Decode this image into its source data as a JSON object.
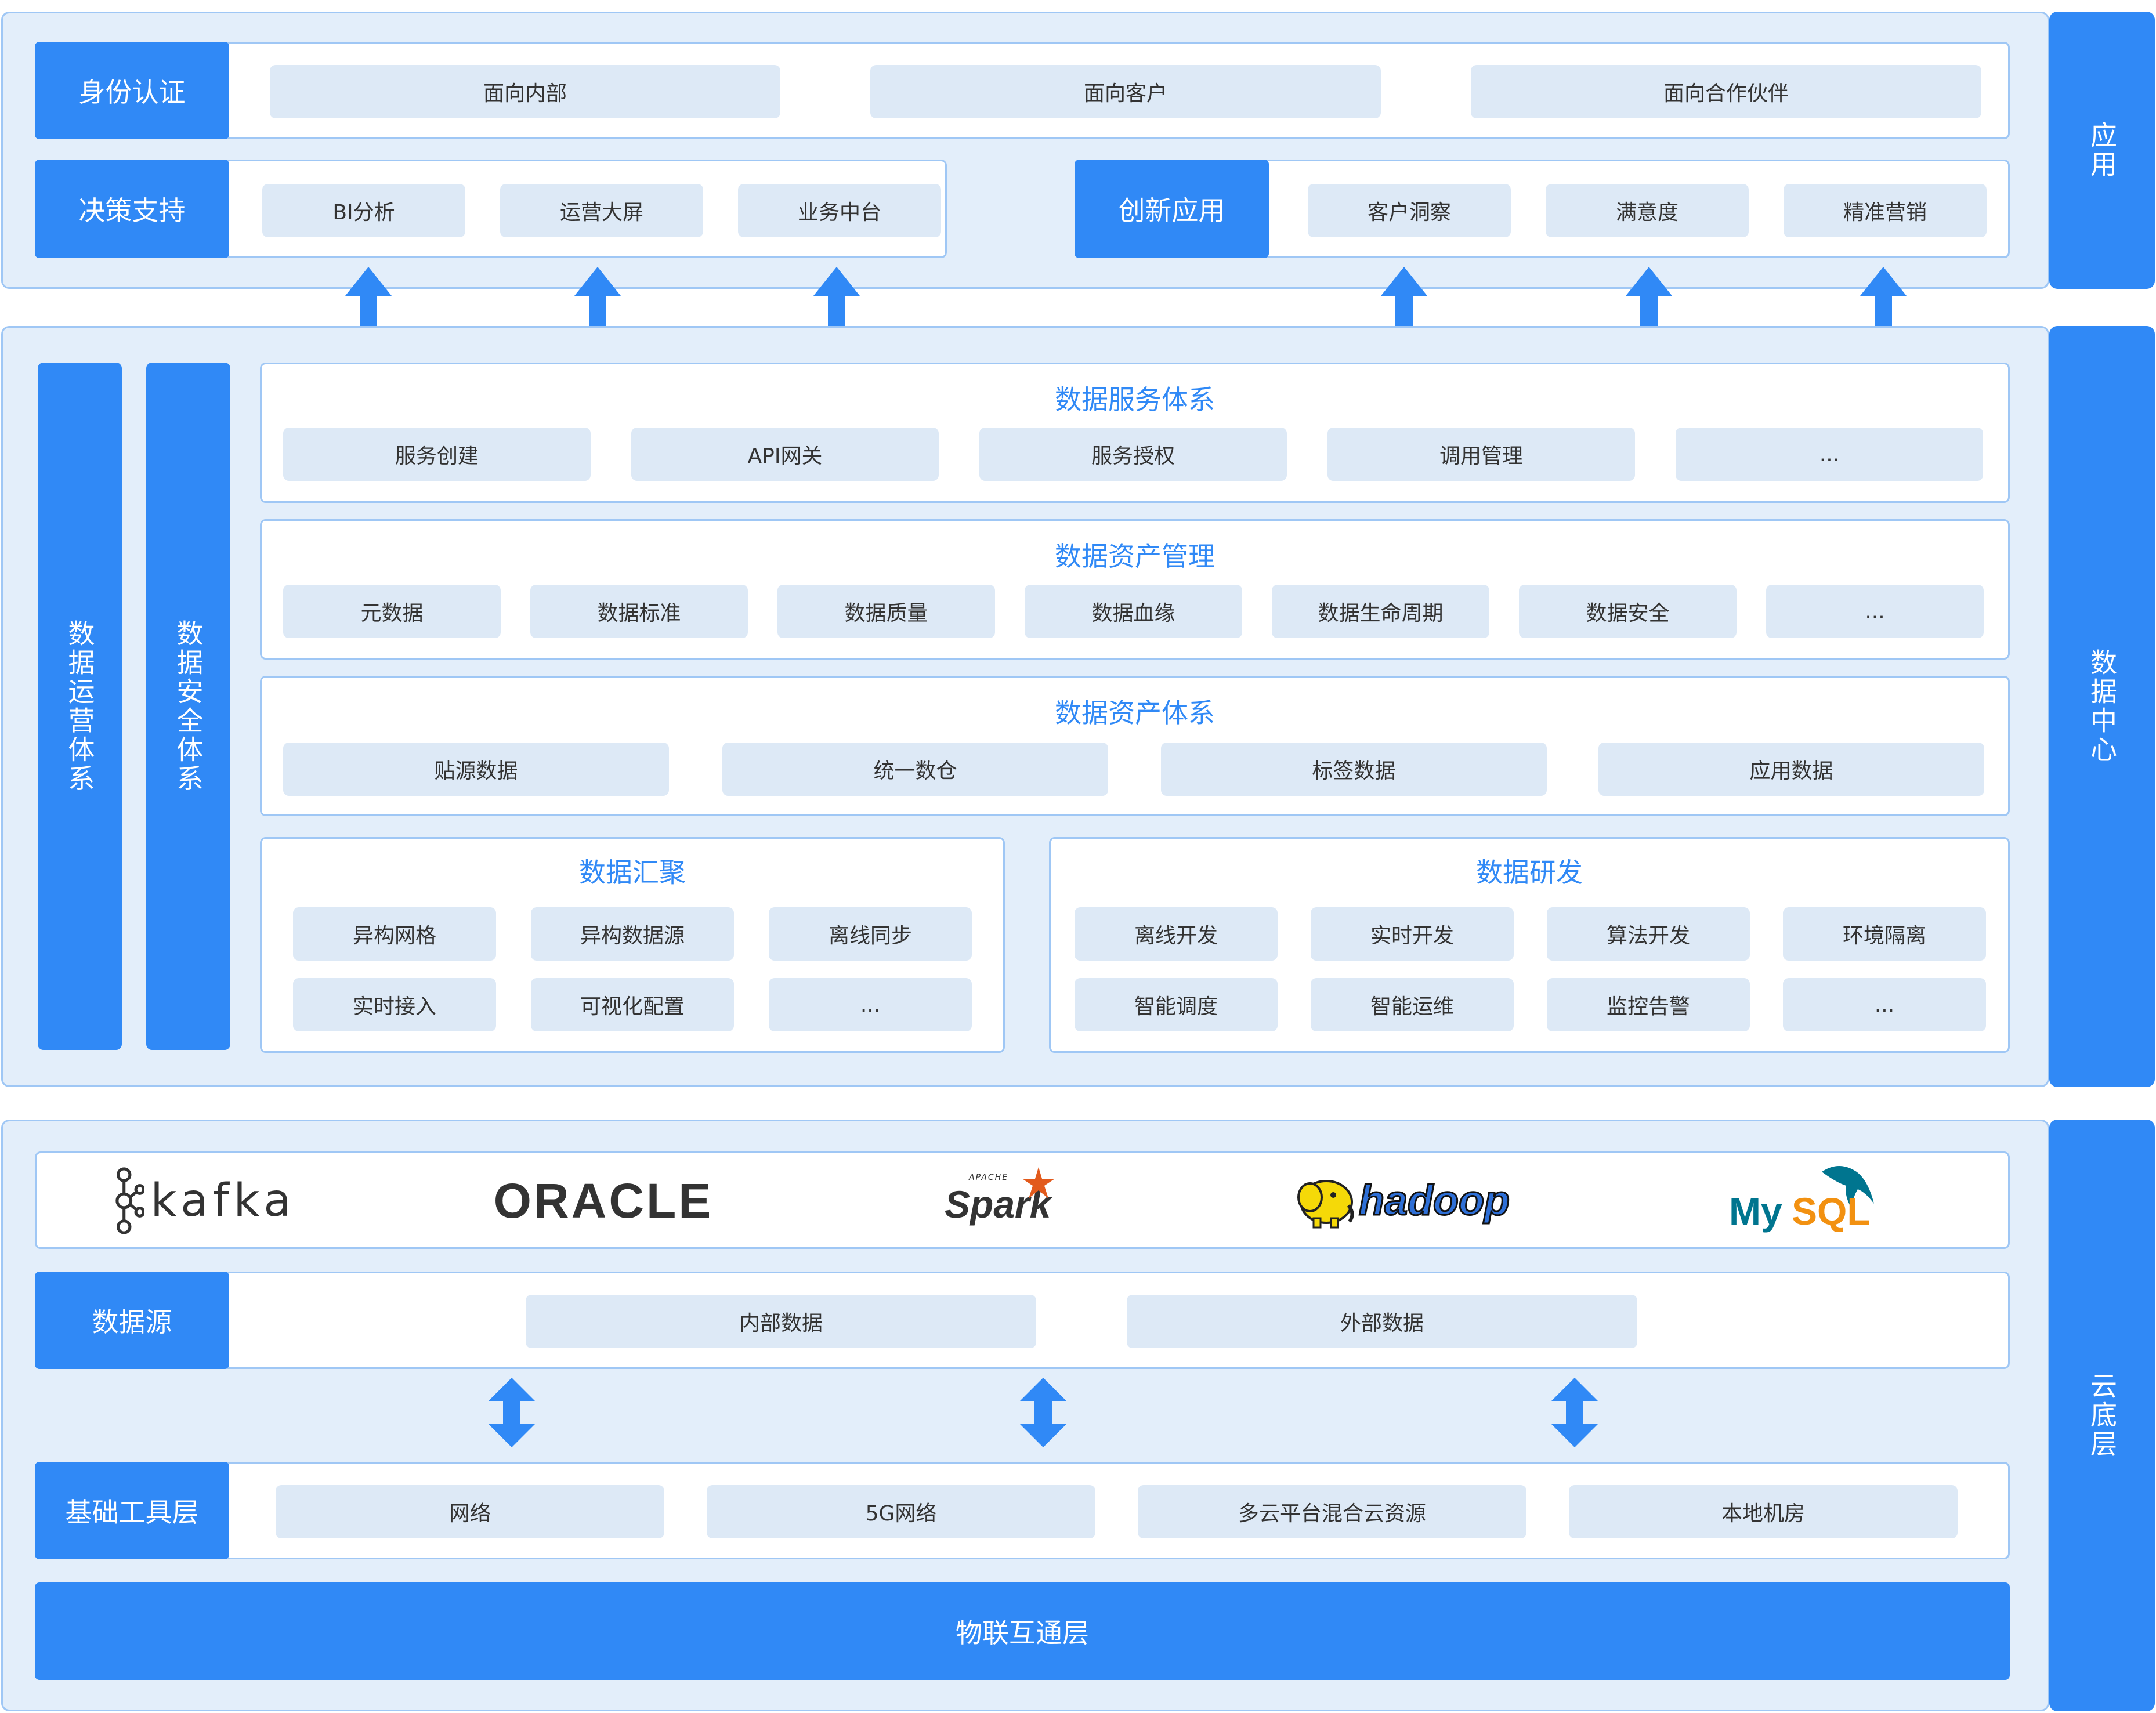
{
  "app": {
    "layer_label": "应用",
    "identity": {
      "label": "身份认证",
      "items": [
        "面向内部",
        "面向客户",
        "面向合作伙伴"
      ]
    },
    "decision": {
      "label": "决策支持",
      "items": [
        "BI分析",
        "运营大屏",
        "业务中台"
      ]
    },
    "innovation": {
      "label": "创新应用",
      "items": [
        "客户洞察",
        "满意度",
        "精准营销"
      ]
    }
  },
  "data_center": {
    "layer_label": "数据中心",
    "ops_system": "数据运营体系",
    "security_system": "数据安全体系",
    "service": {
      "title": "数据服务体系",
      "items": [
        "服务创建",
        "API网关",
        "服务授权",
        "调用管理",
        "..."
      ]
    },
    "asset_mgmt": {
      "title": "数据资产管理",
      "items": [
        "元数据",
        "数据标准",
        "数据质量",
        "数据血缘",
        "数据生命周期",
        "数据安全",
        "..."
      ]
    },
    "asset_system": {
      "title": "数据资产体系",
      "items": [
        "贴源数据",
        "统一数仓",
        "标签数据",
        "应用数据"
      ]
    },
    "aggregation": {
      "title": "数据汇聚",
      "items": [
        "异构网格",
        "异构数据源",
        "离线同步",
        "实时接入",
        "可视化配置",
        "..."
      ]
    },
    "development": {
      "title": "数据研发",
      "items": [
        "离线开发",
        "实时开发",
        "算法开发",
        "环境隔离",
        "智能调度",
        "智能运维",
        "监控告警",
        "..."
      ]
    }
  },
  "cloud": {
    "layer_label": "云底层",
    "logos": {
      "kafka": "kafka",
      "oracle": "ORACLE",
      "spark": "Spark",
      "spark_apache": "APACHE",
      "hadoop": "hadoop",
      "mysql_my": "My",
      "mysql_sql": "SQL"
    },
    "datasource": {
      "label": "数据源",
      "items": [
        "内部数据",
        "外部数据"
      ]
    },
    "infra": {
      "label": "基础工具层",
      "items": [
        "网络",
        "5G网络",
        "多云平台混合云资源",
        "本地机房"
      ]
    },
    "iot": "物联互通层"
  },
  "colors": {
    "accent": "#3089f6",
    "layer_bg": "#e3eefa",
    "border": "#9fc7f5",
    "pill_bg": "#dde9f6",
    "spark_orange": "#e25a1c",
    "mysql_blue": "#00758f",
    "mysql_orange": "#f29111",
    "hadoop_yellow": "#f5d908"
  }
}
